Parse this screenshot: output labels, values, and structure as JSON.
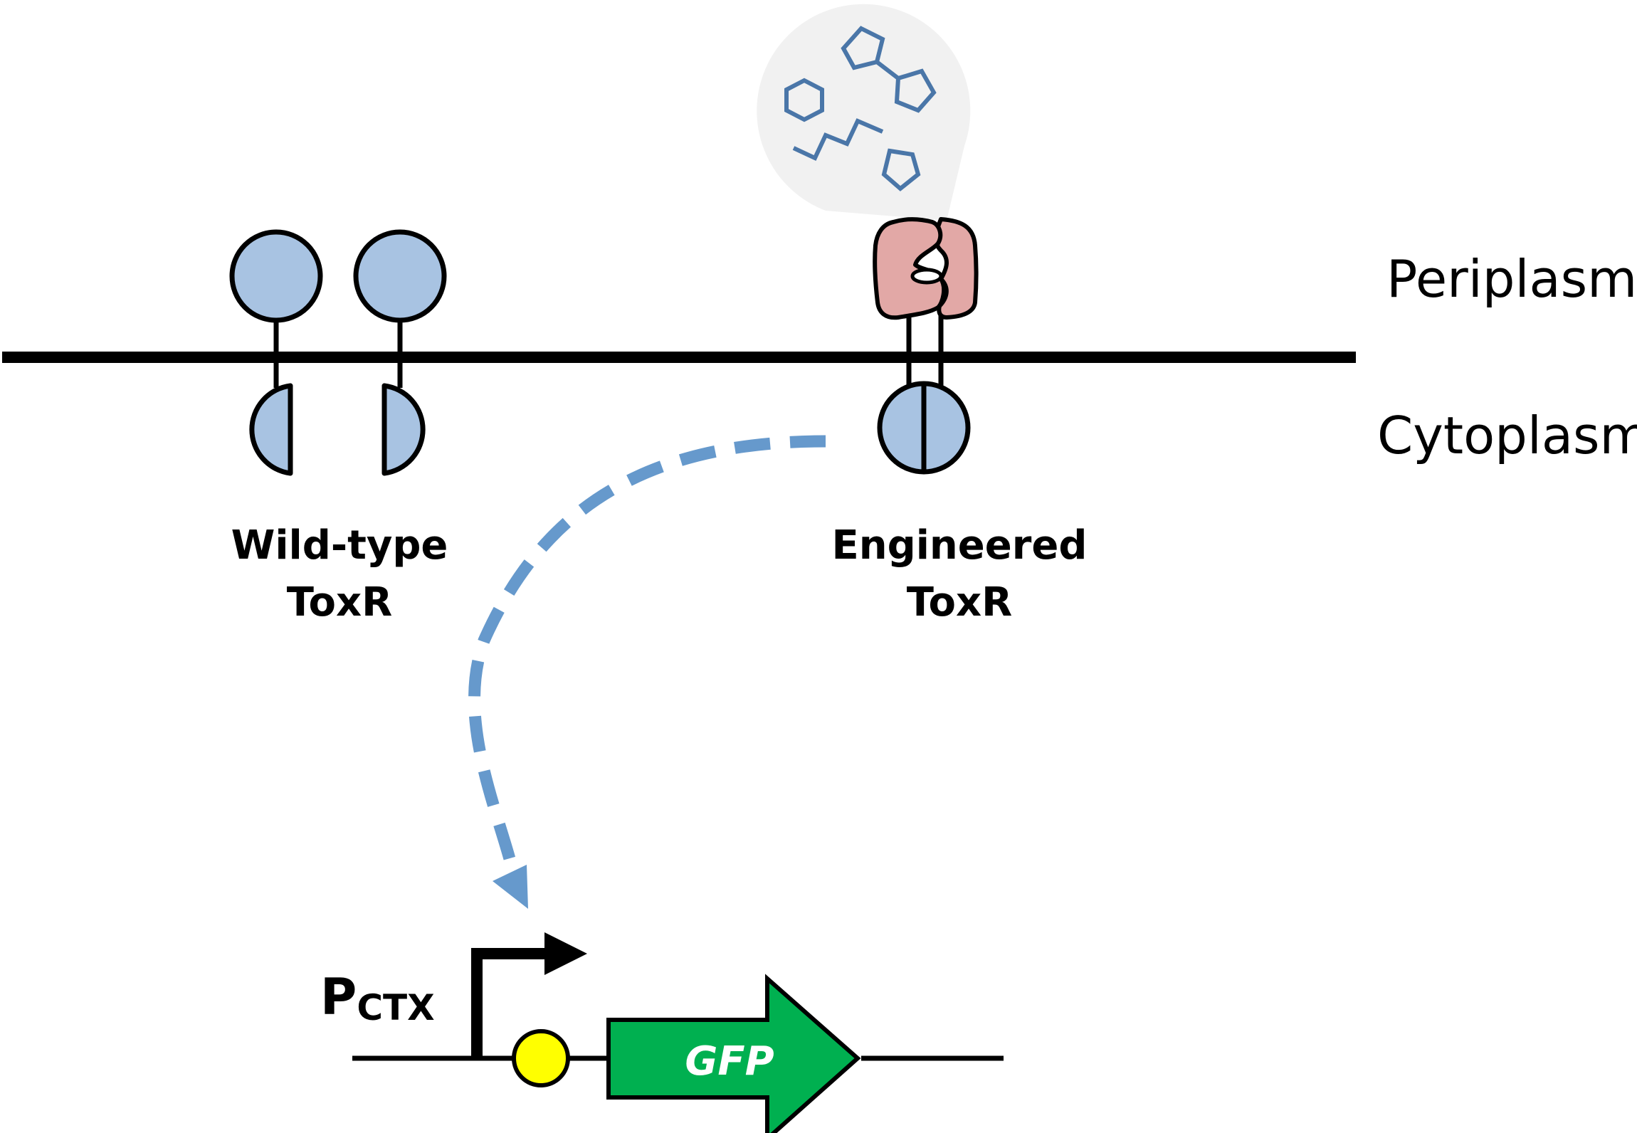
{
  "regions": {
    "periplasm": "Periplasm",
    "cytoplasm": "Cytoplasm"
  },
  "proteins": {
    "wild_type": {
      "line1": "Wild-type",
      "line2": "ToxR"
    },
    "engineered": {
      "line1": "Engineered",
      "line2": "ToxR"
    }
  },
  "promoter": {
    "main": "P",
    "sub": "CTX"
  },
  "gene": {
    "name": "GFP"
  },
  "colors": {
    "domain_fill": "#a8c3e2",
    "sensor_fill": "#e2a8a6",
    "bubble_fill": "#f1f1f1",
    "molecule_stroke": "#4a76a8",
    "signal_arrow": "#6699cc",
    "gene_fill": "#00b050",
    "operator_fill": "#ffff00"
  }
}
